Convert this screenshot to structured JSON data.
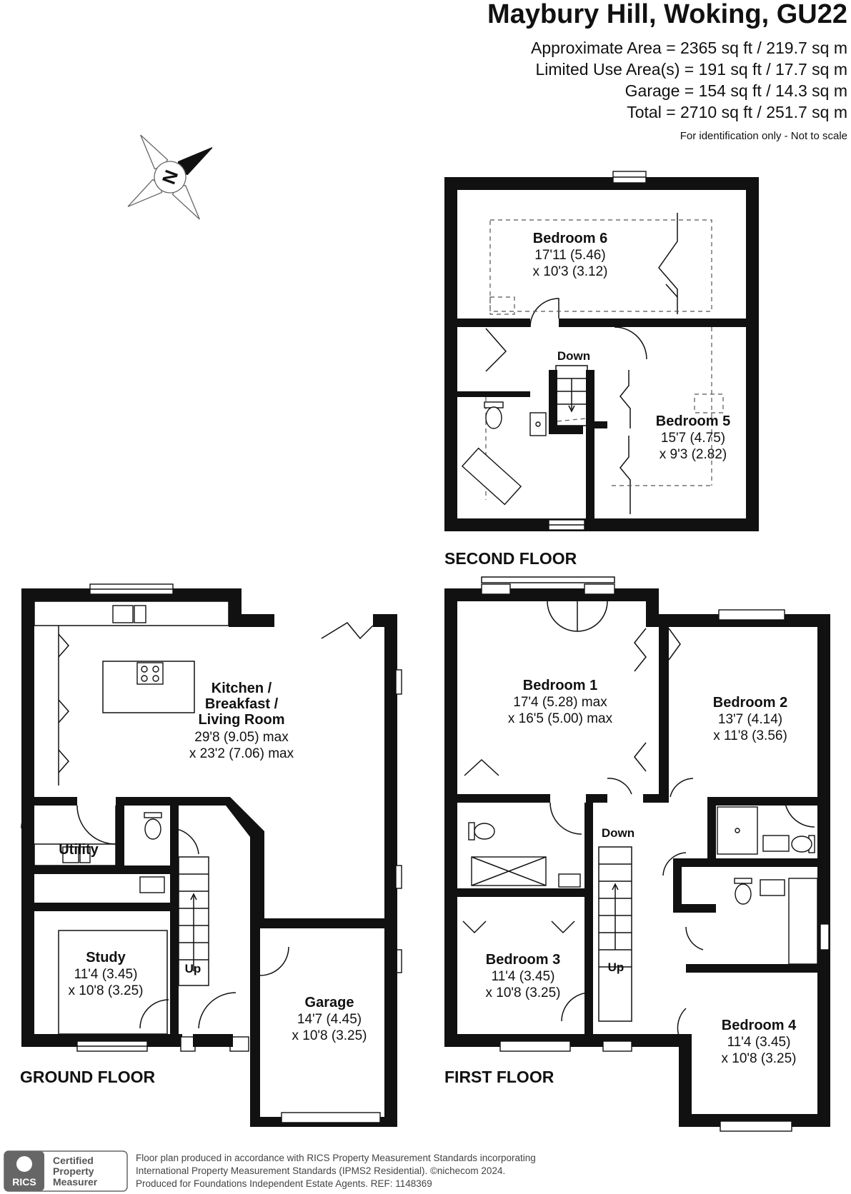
{
  "header": {
    "title": "Maybury Hill, Woking, GU22",
    "areas": [
      "Approximate Area = 2365 sq ft / 219.7 sq m",
      "Limited Use Area(s) = 191 sq ft / 17.7 sq m",
      "Garage = 154 sq ft / 14.3 sq m",
      "Total = 2710 sq ft / 251.7 sq m"
    ],
    "note": "For identification only - Not to scale"
  },
  "compass": {
    "letter": "N"
  },
  "floors": {
    "second": "SECOND FLOOR",
    "first": "FIRST FLOOR",
    "ground": "GROUND FLOOR"
  },
  "rooms": {
    "bedroom6": {
      "name": "Bedroom 6",
      "dims": [
        "17'11 (5.46)",
        "x 10'3 (3.12)"
      ]
    },
    "bedroom5": {
      "name": "Bedroom 5",
      "dims": [
        "15'7 (4.75)",
        "x 9'3 (2.82)"
      ]
    },
    "bedroom1": {
      "name": "Bedroom 1",
      "dims": [
        "17'4 (5.28) max",
        "x 16'5 (5.00) max"
      ]
    },
    "bedroom2": {
      "name": "Bedroom 2",
      "dims": [
        "13'7 (4.14)",
        "x 11'8 (3.56)"
      ]
    },
    "bedroom3": {
      "name": "Bedroom 3",
      "dims": [
        "11'4 (3.45)",
        "x 10'8 (3.25)"
      ]
    },
    "bedroom4": {
      "name": "Bedroom 4",
      "dims": [
        "11'4 (3.45)",
        "x 10'8 (3.25)"
      ]
    },
    "kitchen": {
      "name": [
        "Kitchen /",
        "Breakfast /",
        "Living Room"
      ],
      "dims": [
        "29'8 (9.05) max",
        "x 23'2 (7.06) max"
      ]
    },
    "utility": {
      "name": "Utility"
    },
    "study": {
      "name": "Study",
      "dims": [
        "11'4 (3.45)",
        "x 10'8 (3.25)"
      ]
    },
    "garage": {
      "name": "Garage",
      "dims": [
        "14'7 (4.45)",
        "x 10'8 (3.25)"
      ]
    }
  },
  "stair_labels": {
    "second_down": "Down",
    "first_down": "Down",
    "first_up": "Up",
    "ground_up": "Up"
  },
  "footer": {
    "badge_logo": "RICS",
    "badge_text": [
      "Certified",
      "Property",
      "Measurer"
    ],
    "lines": [
      "Floor plan produced in accordance with RICS Property Measurement Standards incorporating",
      "International Property Measurement Standards (IPMS2 Residential).   ©nichecom 2024.",
      "Produced for Foundations Independent Estate Agents.   REF:  1148369"
    ]
  }
}
